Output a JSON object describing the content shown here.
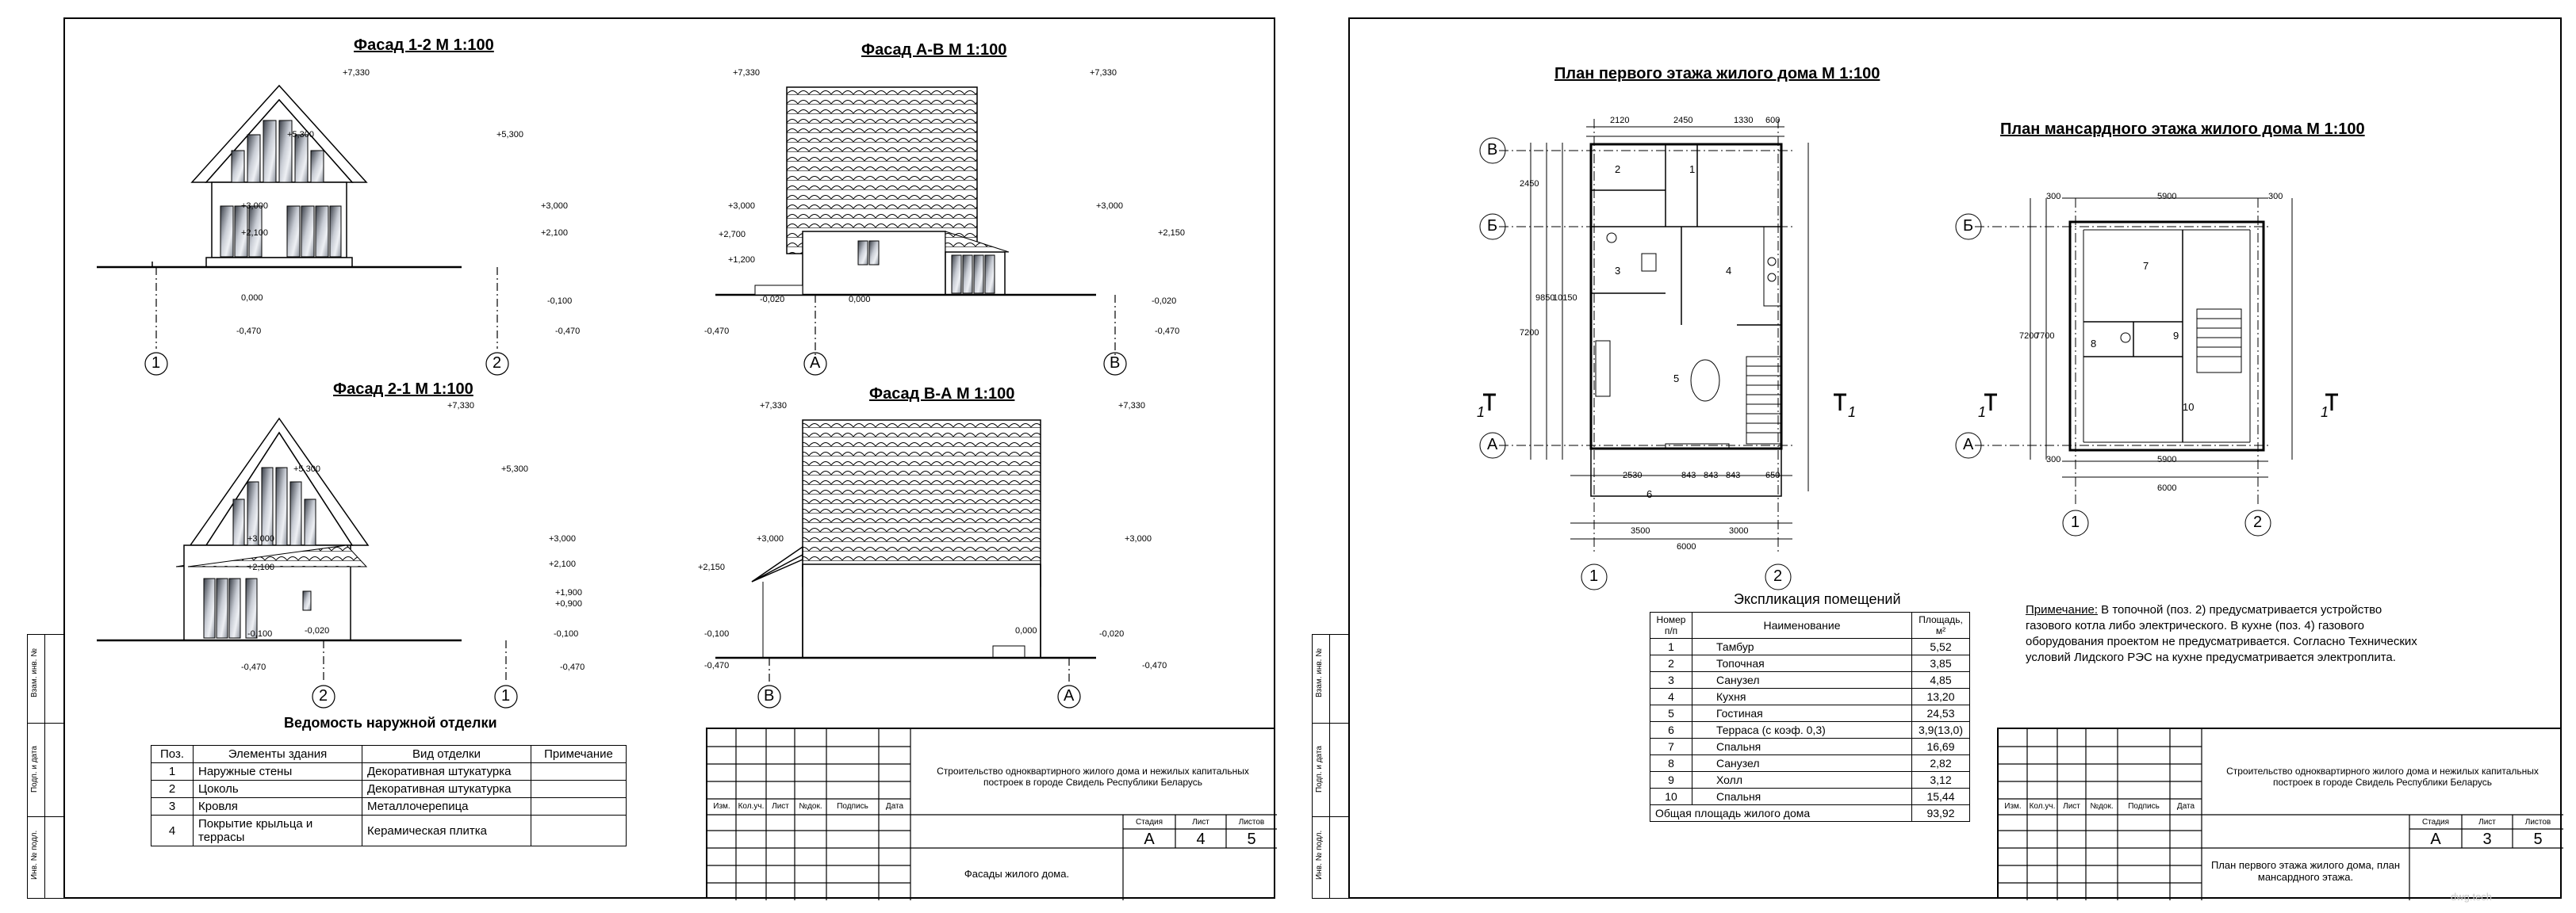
{
  "left_sheet": {
    "titles": {
      "f12": "Фасад  1-2  М 1:100",
      "fab": "Фасад  А-В М 1:100",
      "f21": "Фасад  2-1  М 1:100",
      "fba": "Фасад  В-А  М 1:100"
    },
    "f12_levels": [
      "+7,330",
      "+5,300",
      "+5,300",
      "+3,000",
      "+3,000",
      "+2,100",
      "+2,100",
      "0,000",
      "-0,100",
      "-0,470",
      "-0,470"
    ],
    "f12_axes": [
      "1",
      "2"
    ],
    "fab_levels": [
      "+7,330",
      "+7,330",
      "+3,000",
      "+3,000",
      "+2,700",
      "+2,150",
      "+1,200",
      "-0,020",
      "0,000",
      "-0,020",
      "-0,470",
      "-0,470"
    ],
    "fab_axes": [
      "А",
      "В"
    ],
    "f21_levels": [
      "+7,330",
      "+5,300",
      "+5,300",
      "+3,000",
      "+3,000",
      "+2,100",
      "+2,100",
      "+1,900",
      "+0,900",
      "-0,100",
      "-0,020",
      "-0,100",
      "-0,470",
      "-0,470"
    ],
    "f21_axes": [
      "2",
      "1"
    ],
    "fba_levels": [
      "+7,330",
      "+7,330",
      "+3,000",
      "+3,000",
      "+2,150",
      "-0,100",
      "0,000",
      "-0,020",
      "-0,470",
      "-0,470"
    ],
    "fba_axes": [
      "В",
      "А"
    ],
    "finish_title": "Ведомость наружной отделки",
    "finish_headers": [
      "Поз.",
      "Элементы здания",
      "Вид отделки",
      "Примечание"
    ],
    "finish_rows": [
      [
        "1",
        "Наружные стены",
        "Декоративная штукатурка",
        ""
      ],
      [
        "2",
        "Цоколь",
        "Декоративная штукатурка",
        ""
      ],
      [
        "3",
        "Кровля",
        "Металлочерепица",
        ""
      ],
      [
        "4",
        "Покрытие крыльца и террасы",
        "Керамическая плитка",
        ""
      ]
    ],
    "side_labels": [
      "Взам. инв. №",
      "Подп. и дата",
      "Инв. № подл."
    ],
    "stamp": {
      "cols": [
        "Изм.",
        "Кол.уч.",
        "Лист",
        "№док.",
        "Подпись",
        "Дата"
      ],
      "project": "Строительство одноквартирного жилого дома и нежилых капитальных построек в городе Свидель Республики Беларусь",
      "stage_h": "Стадия",
      "sheet_h": "Лист",
      "sheets_h": "Листов",
      "stage": "А",
      "sheet": "4",
      "sheets": "5",
      "drawing": "Фасады жилого дома."
    }
  },
  "right_sheet": {
    "plan1_title": "План первого этажа жилого дома  М 1:100",
    "plan2_title": "План мансардного этажа жилого дома   М 1:100",
    "plan1_axes_v": [
      "В",
      "Б",
      "А"
    ],
    "plan1_axes_h": [
      "1",
      "2"
    ],
    "plan2_axes_v": [
      "Б",
      "А"
    ],
    "plan2_axes_h": [
      "1",
      "2"
    ],
    "plan1_dims_top": [
      "2120",
      "2450",
      "1330",
      "600"
    ],
    "plan1_dims_bottom": [
      "2530",
      "843",
      "843",
      "843",
      "650",
      "3500",
      "3000",
      "6000"
    ],
    "plan1_dims_left": [
      "2450",
      "7200",
      "9850",
      "10150"
    ],
    "plan2_dims": [
      "300",
      "5900",
      "300",
      "5900",
      "300",
      "6000",
      "7200",
      "7700"
    ],
    "plan1_rooms": [
      "1",
      "2",
      "3",
      "4",
      "5",
      "6"
    ],
    "plan2_rooms": [
      "7",
      "8",
      "9",
      "10"
    ],
    "section_mark": "1",
    "expl_title": "Экспликация помещений",
    "expl_headers": [
      "Номер п/п",
      "Наименование",
      "Площадь, м²"
    ],
    "expl_rows": [
      [
        "1",
        "Тамбур",
        "5,52"
      ],
      [
        "2",
        "Топочная",
        "3,85"
      ],
      [
        "3",
        "Санузел",
        "4,85"
      ],
      [
        "4",
        "Кухня",
        "13,20"
      ],
      [
        "5",
        "Гостиная",
        "24,53"
      ],
      [
        "6",
        "Терраса (с коэф. 0,3)",
        "3,9(13,0)"
      ],
      [
        "7",
        "Спальня",
        "16,69"
      ],
      [
        "8",
        "Санузел",
        "2,82"
      ],
      [
        "9",
        "Холл",
        "3,12"
      ],
      [
        "10",
        "Спальня",
        "15,44"
      ]
    ],
    "expl_total_label": "Общая площадь жилого дома",
    "expl_total": "93,92",
    "note_label": "Примечание:",
    "note_text": " В топочной (поз. 2) предусматривается устройство газового котла либо электрического. В кухне (поз. 4)  газового оборудования проектом не предусматривается. Согласно Технических условий Лидского РЭС на кухне предусматривается электроплита.",
    "side_labels": [
      "Взам. инв. №",
      "Подп. и дата",
      "Инв. № подл."
    ],
    "stamp": {
      "cols": [
        "Изм.",
        "Кол.уч.",
        "Лист",
        "№док.",
        "Подпись",
        "Дата"
      ],
      "project": "Строительство одноквартирного жилого дома и нежилых капитальных построек в городе Свидель Республики Беларусь",
      "stage_h": "Стадия",
      "sheet_h": "Лист",
      "sheets_h": "Листов",
      "stage": "А",
      "sheet": "3",
      "sheets": "5",
      "drawing": "План первого этажа жилого дома, план мансардного этажа."
    }
  },
  "watermark": "dwg.tech"
}
